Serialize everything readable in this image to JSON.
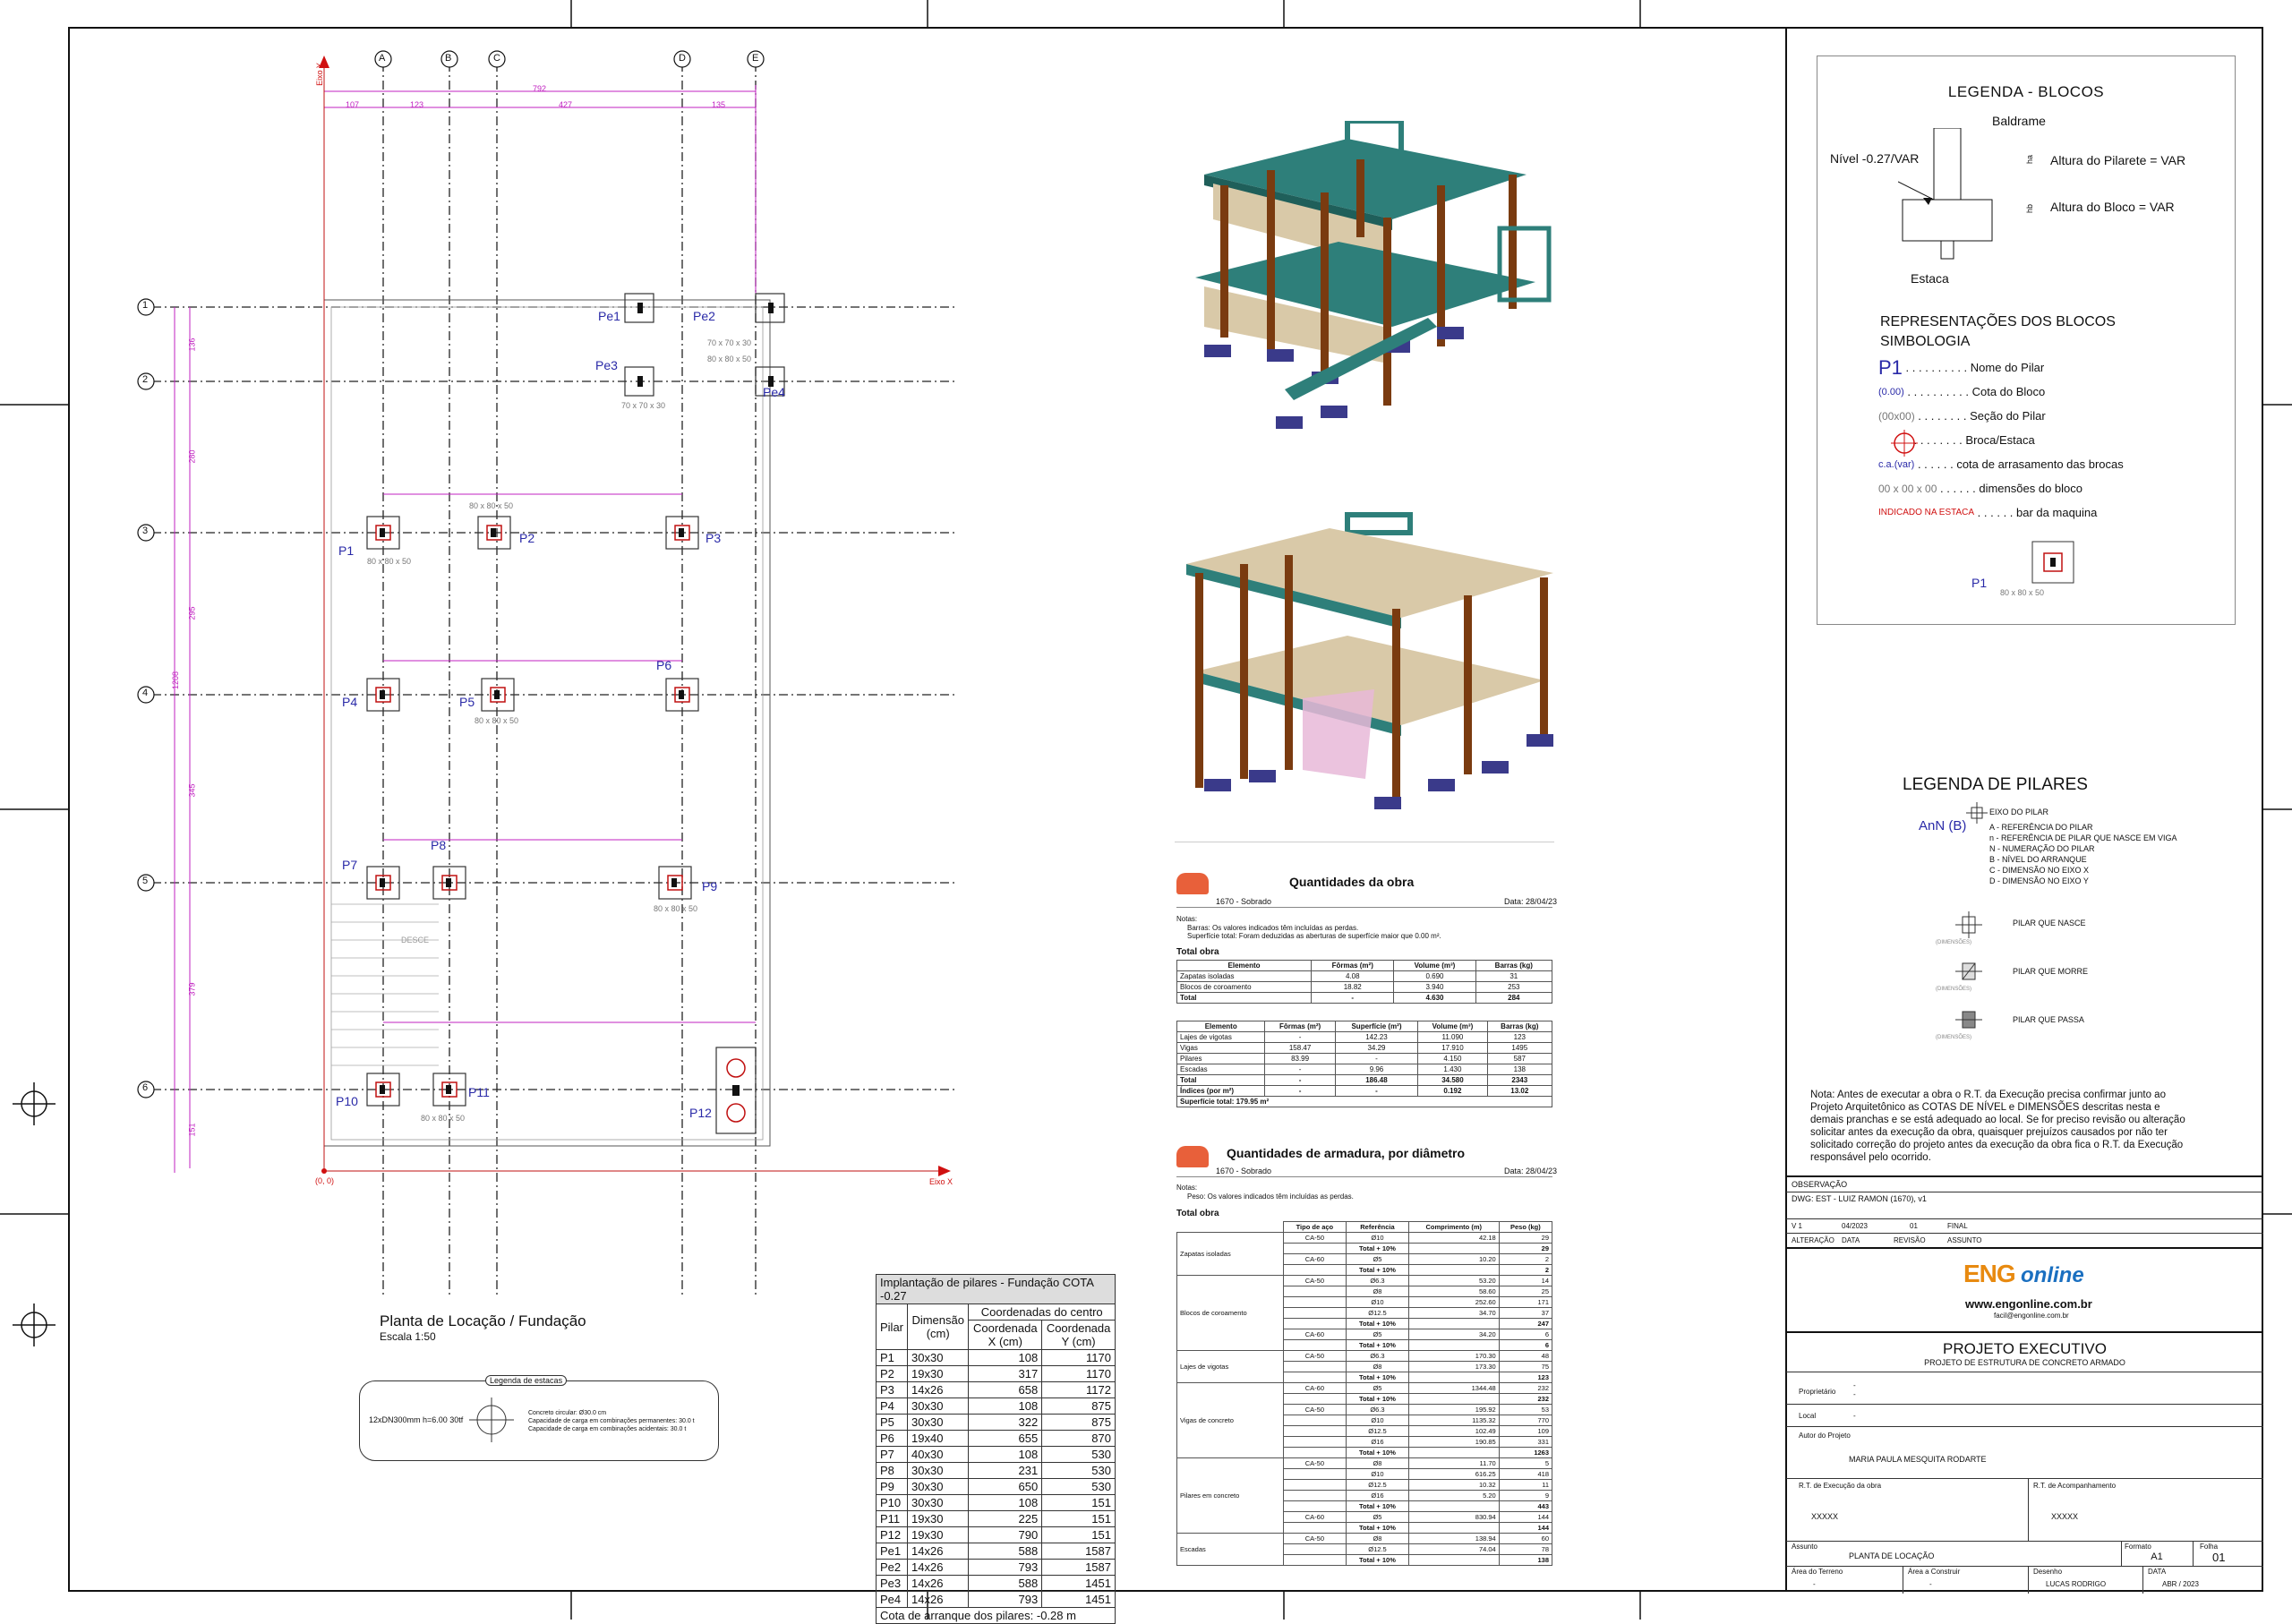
{
  "drawing": {
    "title": "Planta de Locação / Fundação",
    "scale": "Escala 1:50",
    "axes_letters": [
      "A",
      "B",
      "C",
      "D",
      "E"
    ],
    "axes_numbers": [
      "1",
      "2",
      "3",
      "4",
      "5",
      "6"
    ],
    "eixo_y": "Eixo Y",
    "eixo_x": "Eixo X",
    "origin": "(0, 0)",
    "top_dims": {
      "total": "792",
      "d1": "107",
      "d2": "123",
      "d3": "427",
      "d4": "135"
    },
    "left_dims": {
      "total": "1208",
      "d1": "136",
      "d2": "280",
      "d3": "295",
      "d4": "345",
      "d5": "379",
      "d6": "151"
    },
    "pillars": [
      {
        "id": "P1",
        "dim": "80 x 80 x 50"
      },
      {
        "id": "P2",
        "dim": "80 x 80 x 50"
      },
      {
        "id": "P3",
        "dim": ""
      },
      {
        "id": "P4",
        "dim": ""
      },
      {
        "id": "P5",
        "dim": "80 x 80 x 50"
      },
      {
        "id": "P6",
        "dim": ""
      },
      {
        "id": "P7",
        "dim": ""
      },
      {
        "id": "P8",
        "dim": ""
      },
      {
        "id": "P9",
        "dim": "80 x 80 x 50"
      },
      {
        "id": "P10",
        "dim": ""
      },
      {
        "id": "P11",
        "dim": "80 x 80 x 50"
      },
      {
        "id": "P12",
        "dim": ""
      },
      {
        "id": "Pe1",
        "dim": ""
      },
      {
        "id": "Pe2",
        "dim": "70 x 70 x 30"
      },
      {
        "id": "Pe3",
        "dim": "70 x 70 x 30"
      },
      {
        "id": "Pe4",
        "dim": "80 x 80 x 50"
      }
    ],
    "desce": "DESCE",
    "legenda_estacas": {
      "title": "Legenda de estacas",
      "item": "12xDN300mm h=6.00 30tf",
      "desc1": "Concreto circular: Ø30.0 cm",
      "desc2": "Capacidade de carga em combinações permanentes: 30.0 t",
      "desc3": "Capacidade de carga em combinações acidentais: 30.0 t"
    }
  },
  "implantacao": {
    "title": "Implantação de pilares - Fundação COTA -0.27",
    "h_pilar": "Pilar",
    "h_dim": "Dimensão (cm)",
    "h_coord": "Coordenadas do centro",
    "h_x": "Coordenada X (cm)",
    "h_y": "Coordenada Y (cm)",
    "rows": [
      [
        "P1",
        "30x30",
        "108",
        "1170"
      ],
      [
        "P2",
        "19x30",
        "317",
        "1170"
      ],
      [
        "P3",
        "14x26",
        "658",
        "1172"
      ],
      [
        "P4",
        "30x30",
        "108",
        "875"
      ],
      [
        "P5",
        "30x30",
        "322",
        "875"
      ],
      [
        "P6",
        "19x40",
        "655",
        "870"
      ],
      [
        "P7",
        "40x30",
        "108",
        "530"
      ],
      [
        "P8",
        "30x30",
        "231",
        "530"
      ],
      [
        "P9",
        "30x30",
        "650",
        "530"
      ],
      [
        "P10",
        "30x30",
        "108",
        "151"
      ],
      [
        "P11",
        "19x30",
        "225",
        "151"
      ],
      [
        "P12",
        "19x30",
        "790",
        "151"
      ],
      [
        "Pe1",
        "14x26",
        "588",
        "1587"
      ],
      [
        "Pe2",
        "14x26",
        "793",
        "1587"
      ],
      [
        "Pe3",
        "14x26",
        "588",
        "1451"
      ],
      [
        "Pe4",
        "14x26",
        "793",
        "1451"
      ]
    ],
    "footer": "Cota de arranque dos pilares: -0.28 m"
  },
  "quantidades": {
    "title": "Quantidades da obra",
    "project": "1670 - Sobrado",
    "date": "Data: 28/04/23",
    "notes_label": "Notas:",
    "note1": "Barras: Os valores indicados têm incluídas as perdas.",
    "note2": "Superfície total: Foram deduzidas as aberturas de superfície maior que 0.00 m².",
    "total_obra": "Total obra",
    "t1_headers": [
      "Elemento",
      "Fôrmas (m²)",
      "Volume (m³)",
      "Barras (kg)"
    ],
    "t1_rows": [
      [
        "Zapatas isoladas",
        "4.08",
        "0.690",
        "31"
      ],
      [
        "Blocos de coroamento",
        "18.82",
        "3.940",
        "253"
      ],
      [
        "Total",
        "-",
        "4.630",
        "284"
      ]
    ],
    "t2_headers": [
      "Elemento",
      "Fôrmas (m²)",
      "Superfície (m²)",
      "Volume (m³)",
      "Barras (kg)"
    ],
    "t2_rows": [
      [
        "Lajes de vigotas",
        "-",
        "142.23",
        "11.090",
        "123"
      ],
      [
        "Vigas",
        "158.47",
        "34.29",
        "17.910",
        "1495"
      ],
      [
        "Pilares",
        "83.99",
        "-",
        "4.150",
        "587"
      ],
      [
        "Escadas",
        "-",
        "9.96",
        "1.430",
        "138"
      ],
      [
        "Total",
        "-",
        "186.48",
        "34.580",
        "2343"
      ],
      [
        "Índices (por m²)",
        "-",
        "-",
        "0.192",
        "13.02"
      ]
    ],
    "superficie": "Superfície total: 179.95 m²"
  },
  "armadura": {
    "title": "Quantidades de armadura, por diâmetro",
    "project": "1670 - Sobrado",
    "date": "Data: 28/04/23",
    "notes_label": "Notas:",
    "note1": "Peso: Os valores indicados têm incluídas as perdas.",
    "total_obra": "Total obra",
    "headers": [
      "Tipo de aço",
      "Referência",
      "Comprimento (m)",
      "Peso (kg)"
    ],
    "groups": [
      {
        "element": "Zapatas isoladas",
        "rows": [
          [
            "CA-50",
            "Ø10",
            "42.18",
            "29"
          ],
          [
            "",
            "Total + 10%",
            "",
            "29"
          ],
          [
            "CA-60",
            "Ø5",
            "10.20",
            "2"
          ],
          [
            "",
            "Total + 10%",
            "",
            "2"
          ]
        ]
      },
      {
        "element": "Blocos de coroamento",
        "rows": [
          [
            "CA-50",
            "Ø6.3",
            "53.20",
            "14"
          ],
          [
            "",
            "Ø8",
            "58.60",
            "25"
          ],
          [
            "",
            "Ø10",
            "252.60",
            "171"
          ],
          [
            "",
            "Ø12.5",
            "34.70",
            "37"
          ],
          [
            "",
            "Total + 10%",
            "",
            "247"
          ],
          [
            "CA-60",
            "Ø5",
            "34.20",
            "6"
          ],
          [
            "",
            "Total + 10%",
            "",
            "6"
          ]
        ]
      },
      {
        "element": "Lajes de vigotas",
        "rows": [
          [
            "CA-50",
            "Ø6.3",
            "170.30",
            "48"
          ],
          [
            "",
            "Ø8",
            "173.30",
            "75"
          ],
          [
            "",
            "Total + 10%",
            "",
            "123"
          ]
        ]
      },
      {
        "element": "Vigas de concreto",
        "rows": [
          [
            "CA-60",
            "Ø5",
            "1344.48",
            "232"
          ],
          [
            "",
            "Total + 10%",
            "",
            "232"
          ],
          [
            "CA-50",
            "Ø6.3",
            "195.92",
            "53"
          ],
          [
            "",
            "Ø10",
            "1135.32",
            "770"
          ],
          [
            "",
            "Ø12.5",
            "102.49",
            "109"
          ],
          [
            "",
            "Ø16",
            "190.85",
            "331"
          ],
          [
            "",
            "Total + 10%",
            "",
            "1263"
          ]
        ]
      },
      {
        "element": "Pilares em concreto",
        "rows": [
          [
            "CA-50",
            "Ø8",
            "11.70",
            "5"
          ],
          [
            "",
            "Ø10",
            "616.25",
            "418"
          ],
          [
            "",
            "Ø12.5",
            "10.32",
            "11"
          ],
          [
            "",
            "Ø16",
            "5.20",
            "9"
          ],
          [
            "",
            "Total + 10%",
            "",
            "443"
          ],
          [
            "CA-60",
            "Ø5",
            "830.94",
            "144"
          ],
          [
            "",
            "Total + 10%",
            "",
            "144"
          ]
        ]
      },
      {
        "element": "Escadas",
        "rows": [
          [
            "CA-50",
            "Ø8",
            "138.94",
            "60"
          ],
          [
            "",
            "Ø12.5",
            "74.04",
            "78"
          ],
          [
            "",
            "Total + 10%",
            "",
            "138"
          ]
        ]
      }
    ]
  },
  "legenda_blocos": {
    "title": "LEGENDA - BLOCOS",
    "baldrame": "Baldrame",
    "nivel": "Nível -0.27/VAR",
    "ha": "ha",
    "hb": "hb",
    "altura_pilarete": "Altura do Pilarete = VAR",
    "altura_bloco": "Altura do Bloco = VAR",
    "estaca": "Estaca",
    "rep_title": "REPRESENTAÇÕES DOS BLOCOS",
    "simbologia": "SIMBOLOGIA",
    "items": [
      {
        "sym": "P1",
        "dots": " . . . . . . . . . . ",
        "text": "Nome do Pilar"
      },
      {
        "sym": "(0.00)",
        "dots": " . . . . . . . . . . ",
        "text": "Cota do Bloco"
      },
      {
        "sym": "(00x00)",
        "dots": " . . . . . . . . ",
        "text": "Seção do Pilar"
      },
      {
        "sym": "",
        "dots": " . . . . . . . . ",
        "text": "Broca/Estaca"
      },
      {
        "sym": "c.a.(var)",
        "dots": " . . . . . . ",
        "text": "cota de arrasamento das brocas"
      },
      {
        "sym": "00 x 00 x 00",
        "dots": " . . . . . . ",
        "text": "dimensões do bloco"
      },
      {
        "sym": "INDICADO NA ESTACA",
        "dots": " . . . . . . ",
        "text": "bar da maquina"
      }
    ],
    "sample_label": "P1",
    "sample_dim": "80 x 80 x 50"
  },
  "legenda_pilares": {
    "title": "LEGENDA DE PILARES",
    "symbol": "AnN (B)",
    "eixo": "EIXO DO PILAR",
    "lines": [
      "A - REFERÊNCIA DO PILAR",
      "n - REFERÊNCIA DE PILAR QUE NASCE EM VIGA",
      "N - NUMERAÇÃO DO PILAR",
      "B - NÍVEL DO ARRANQUE",
      "C - DIMENSÃO NO EIXO X",
      "D - DIMENSÃO NO EIXO Y"
    ],
    "nasce": "PILAR QUE NASCE",
    "morre": "PILAR QUE MORRE",
    "passa": "PILAR QUE PASSA",
    "dimensoes": "(DIMENSÕES)"
  },
  "nota": "Nota: Antes de executar a obra o R.T. da Execução precisa confirmar junto ao Projeto Arquitetônico as COTAS DE NÍVEL e DIMENSÕES descritas nesta e demais pranchas e se está adequado ao local. Se for preciso revisão ou alteração solicitar antes da execução da obra, quaisquer prejuízos causados por não ter solicitado correção do projeto antes da execução da obra fica o R.T. da Execução responsável pelo ocorrido.",
  "title_block": {
    "observacao": "OBSERVAÇÃO",
    "dwg": "DWG: EST - LUIZ RAMON (1670), v1",
    "rev_row": [
      "V 1",
      "04/2023",
      "01",
      "FINAL"
    ],
    "rev_headers": [
      "ALTERAÇÃO",
      "DATA",
      "REVISÃO",
      "ASSUNTO"
    ],
    "logo_eng": "ENG",
    "logo_online": "online",
    "website": "www.engonline.com.br",
    "email": "facil@engonline.com.br",
    "projeto": "PROJETO EXECUTIVO",
    "subprojeto": "PROJETO DE ESTRUTURA DE CONCRETO ARMADO",
    "proprietario": "Proprietário",
    "local": "Local",
    "dash": "-",
    "autor": "Autor do Projeto",
    "autor_name": "MARIA PAULA MESQUITA RODARTE",
    "rt_exec": "R.T. de Execução da obra",
    "rt_acomp": "R.T. de Acompanhamento",
    "xxxxx": "XXXXX",
    "assunto": "Assunto",
    "assunto_val": "PLANTA DE LOCAÇÃO",
    "formato": "Formato",
    "formato_val": "A1",
    "folha": "Folha",
    "folha_val": "01",
    "area_terreno": "Área do Terreno",
    "area_construir": "Área a Construir",
    "desenho": "Desenho",
    "desenho_val": "LUCAS RODRIGO",
    "data": "DATA",
    "data_val": "ABR / 2023"
  },
  "colors": {
    "accent_blue": "#2a2aa8",
    "dim_magenta": "#c020c0",
    "red": "#d01010",
    "teal": "#2e7f7a",
    "brown": "#7a3b10",
    "slab": "#d9c9a8",
    "footing": "#3a3a8a"
  }
}
